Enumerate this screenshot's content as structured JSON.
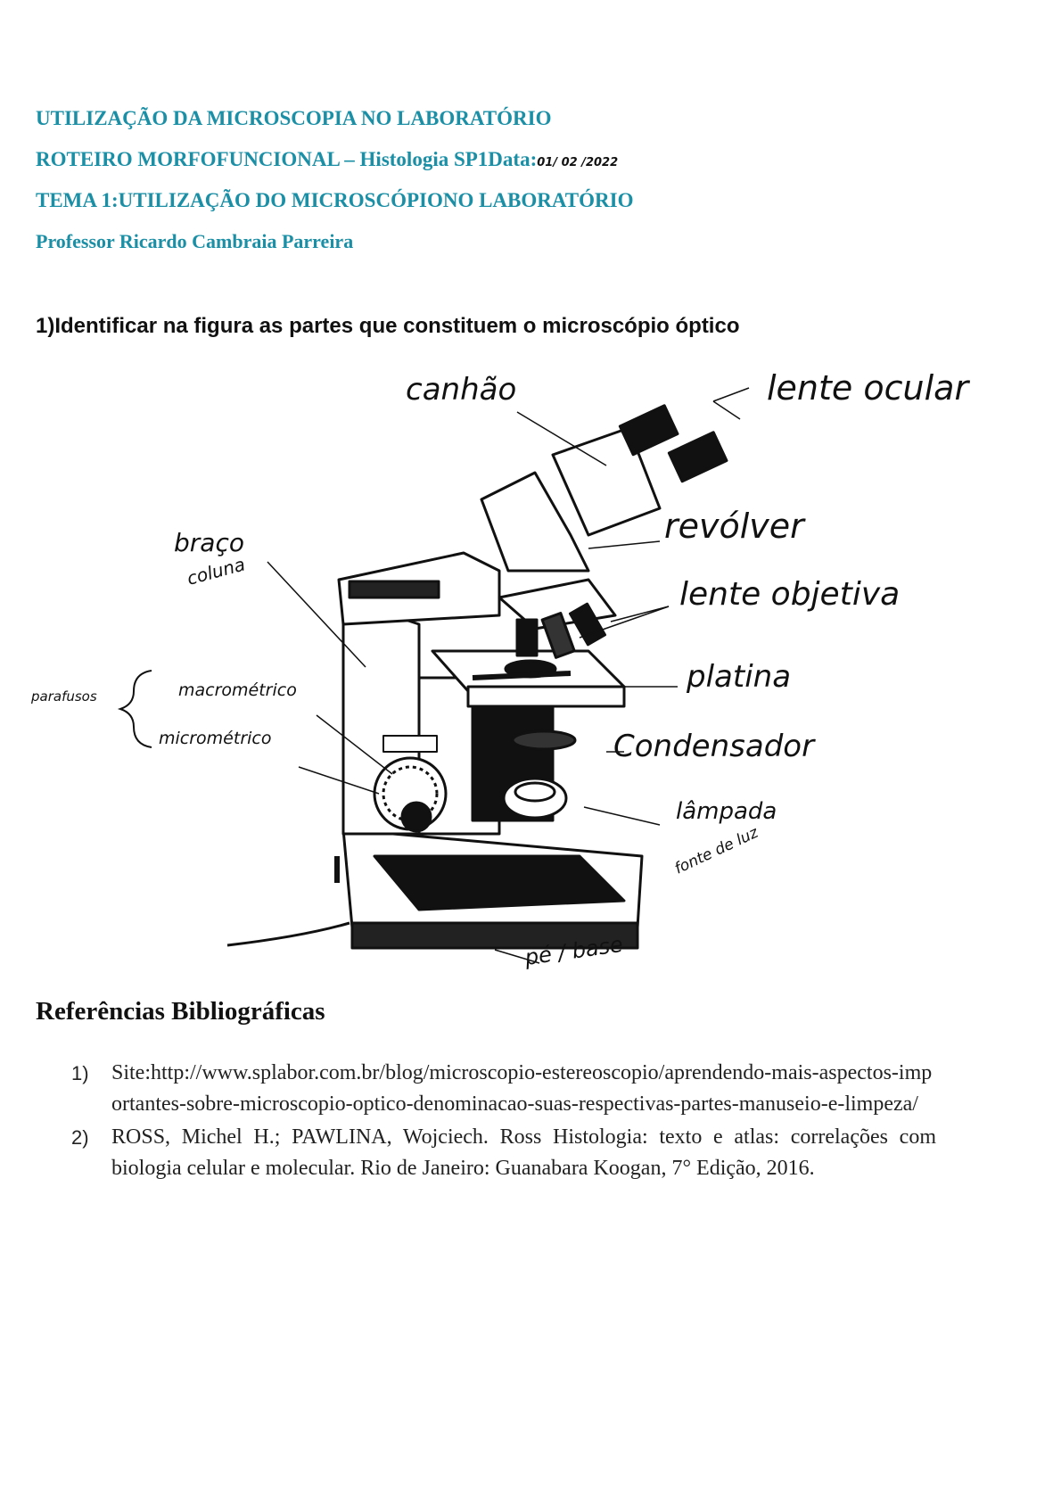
{
  "header": {
    "line1": "UTILIZAÇÃO DA MICROSCOPIA NO LABORATÓRIO",
    "line2_prefix": "ROTEIRO MORFOFUNCIONAL – Histologia SP1Data:",
    "line2_date": "01/ 02 /2022",
    "line3": "TEMA 1:UTILIZAÇÃO DO MICROSCÓPIONO LABORATÓRIO",
    "line4": "Professor Ricardo Cambraia Parreira"
  },
  "question": "1)Identificar na figura as partes que constituem o microscópio óptico",
  "figure_labels": {
    "canhao": "canhão",
    "lente_ocular": "lente ocular",
    "revolver": "revólver",
    "lente_objetiva": "lente objetiva",
    "braco": "braço",
    "coluna": "coluna",
    "platina": "platina",
    "condensador": "Condensador",
    "parafusos": "parafusos",
    "macrometrico": "macrométrico",
    "micrometrico": "micrométrico",
    "lampada": "lâmpada",
    "fonte_de_luz": "fonte de luz",
    "pe_base": "pé / base"
  },
  "references": {
    "title": "Referências Bibliográficas",
    "items": [
      {
        "num": "1)",
        "text": "Site:http://www.splabor.com.br/blog/microscopio-estereoscopio/aprendendo-mais-aspectos-importantes-sobre-microscopio-optico-denominacao-suas-respectivas-partes-manuseio-e-limpeza/"
      },
      {
        "num": "2)",
        "text": "ROSS, Michel H.; PAWLINA, Wojciech. Ross Histologia: texto e atlas: correlações com biologia celular e molecular. Rio de Janeiro: Guanabara Koogan, 7° Edição, 2016."
      }
    ]
  },
  "colors": {
    "header": "#1a8fa6",
    "ink": "#111111"
  }
}
